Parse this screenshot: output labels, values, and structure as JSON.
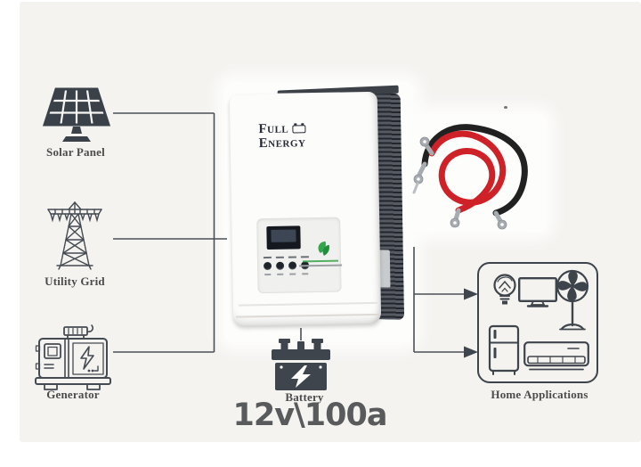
{
  "diagram": {
    "title_note": "solar inverter system connection diagram",
    "nodes": {
      "solar_panel": {
        "label": "Solar Panel"
      },
      "utility_grid": {
        "label": "Utility Grid"
      },
      "generator": {
        "label": "Generator"
      },
      "battery": {
        "label": "Battery",
        "spec": "12v\\100a"
      },
      "home_applications": {
        "label": "Home Applications"
      }
    },
    "inverter": {
      "brand_word1": "Full",
      "brand_word2": "Energy"
    },
    "icons": [
      "solar-panel-icon",
      "utility-grid-icon",
      "generator-icon",
      "battery-icon",
      "battery-cables-image",
      "light-bulb-icon",
      "tv-icon",
      "fan-icon",
      "fridge-icon",
      "air-conditioner-icon",
      "leaf-logo-icon",
      "battery-glyph-icon"
    ],
    "colors": {
      "background": "#f4f3f0",
      "connector_line": "#4b5056",
      "icon_dark": "#3e454d",
      "outline_gray": "#454b52",
      "cable_red": "#cf2128",
      "cable_black": "#212121",
      "logo_green": "#33a64c",
      "spec_text": "#595a5c"
    }
  }
}
